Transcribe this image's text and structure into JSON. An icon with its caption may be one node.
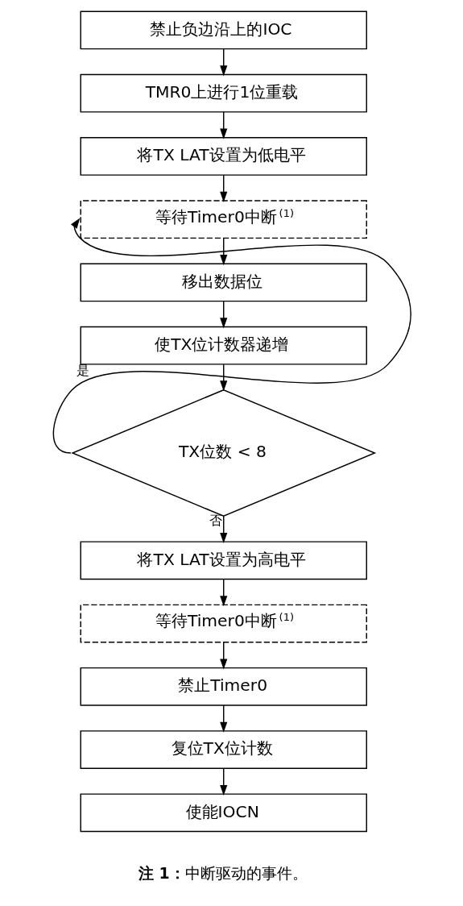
{
  "diagram": {
    "nodes": [
      {
        "text": [
          "禁止负边沿上的IOC"
        ]
      },
      {
        "text": [
          "TMR0上进行1位重载"
        ]
      },
      {
        "text": [
          "将TX LAT设置为低电平"
        ]
      },
      {
        "text": [
          "等待Timer0中断$^{(1)}$"
        ]
      },
      {
        "text": [
          "移出数据位"
        ]
      },
      {
        "text": [
          "使TX位计数器递增"
        ]
      },
      {
        "text": [
          "TX位数 < 8"
        ]
      },
      {
        "text": [
          "将TX LAT设置为高电平"
        ]
      },
      {
        "text": [
          "等待Timer0中断$^{(1)}$"
        ]
      },
      {
        "text": [
          "禁止Timer0"
        ]
      },
      {
        "text": [
          "复位TX位计数"
        ]
      },
      {
        "text": [
          "使能IOCN"
        ]
      }
    ],
    "edges": [
      {
        "from": 0,
        "to": 1,
        "arrow": "to"
      },
      {
        "from": 1,
        "to": 2,
        "arrow": "to"
      },
      {
        "from": 2,
        "to": 3,
        "arrow": "to"
      },
      {
        "from": 3,
        "to": 4,
        "arrow": "to"
      },
      {
        "from": 4,
        "to": 5,
        "arrow": "to"
      },
      {
        "from": 5,
        "to": 6,
        "arrow": "to"
      },
      {
        "from": 6,
        "to": 3,
        "arrow": "to",
        "label": "是"
      },
      {
        "from": 6,
        "to": 7,
        "arrow": "to",
        "label": "否"
      },
      {
        "from": 7,
        "to": 8,
        "arrow": "to"
      },
      {
        "from": 8,
        "to": 9,
        "arrow": "to"
      },
      {
        "from": 9,
        "to": 10,
        "arrow": "to"
      },
      {
        "from": 10,
        "to": 11,
        "arrow": "to"
      }
    ],
    "labels": [
      "**注 1：** 中断驱动的事件。"
    ]
  }
}
